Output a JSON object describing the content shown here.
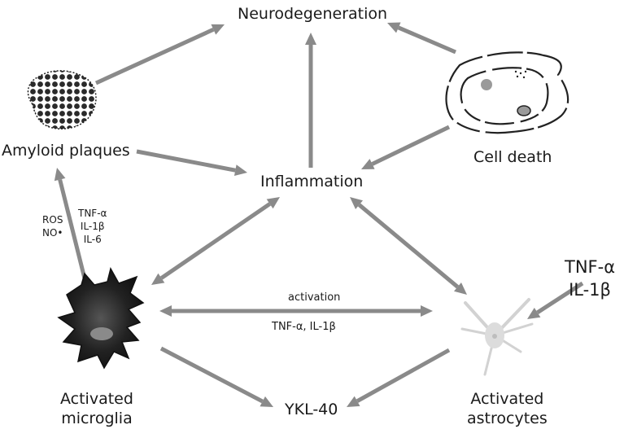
{
  "nodes": {
    "neurodegeneration": "Neurodegeneration",
    "amyloid_plaques": "Amyloid plaques",
    "cell_death": "Cell death",
    "inflammation": "Inflammation",
    "activated_microglia": [
      "Activated",
      "microglia"
    ],
    "activated_astrocytes": [
      "Activated",
      "astrocytes"
    ],
    "ykl40": "YKL-40"
  },
  "edge_labels": {
    "microglia_to_plaques_left": [
      "ROS",
      "NO•"
    ],
    "microglia_to_plaques_right": [
      "TNF-α",
      "IL-1β",
      "IL-6"
    ],
    "microglia_astrocytes_top": "activation",
    "microglia_astrocytes_bottom": "TNF-α, IL-1β",
    "external_cytokines": [
      "TNF-α",
      "IL-1β"
    ]
  },
  "colors": {
    "arrow": "#8a8a8a",
    "microglia": "#1a1a1a",
    "astrocyte": "#d0d0d0",
    "text": "#1a1a1a"
  },
  "icons": [
    "plaque-icon",
    "dead-cell-icon",
    "microglia-icon",
    "astrocyte-icon"
  ]
}
